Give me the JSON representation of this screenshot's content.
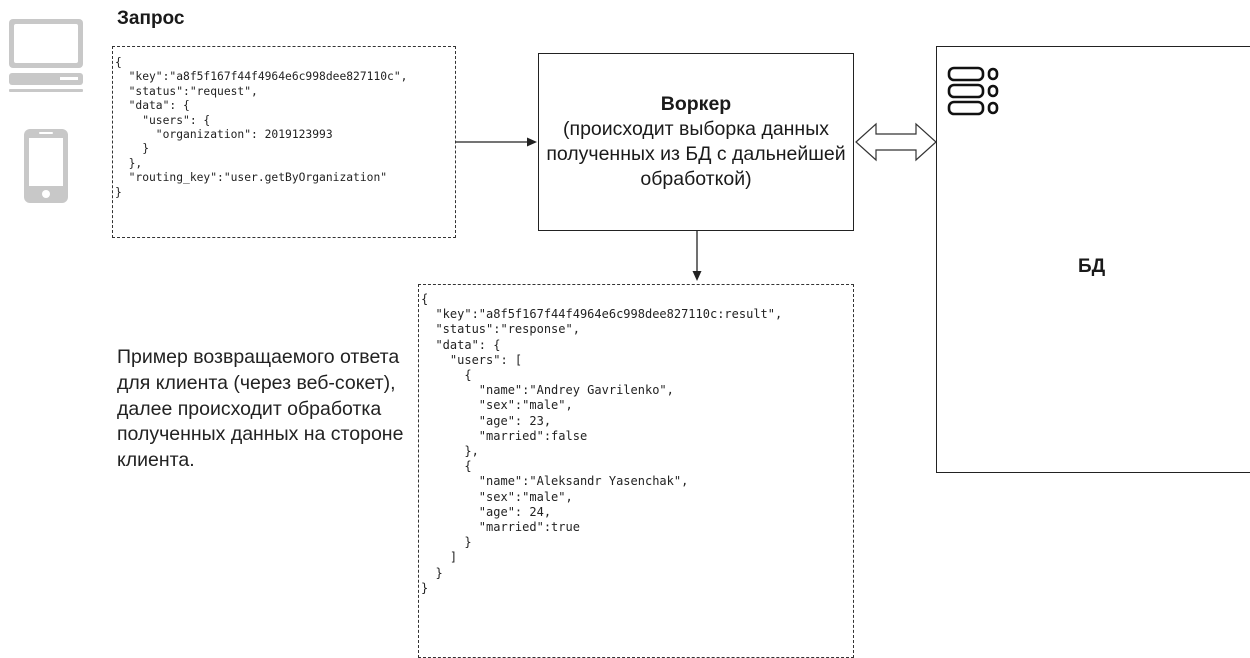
{
  "request": {
    "title": "Запрос",
    "code": "{\n  \"key\":\"a8f5f167f44f4964e6c998dee827110c\",\n  \"status\":\"request\",\n  \"data\": {\n    \"users\": {\n      \"organization\": 2019123993\n    }\n  },\n  \"routing_key\":\"user.getByOrganization\"\n}"
  },
  "worker": {
    "title": "Воркер",
    "description": "(происходит выборка данных полученных из БД с дальнейшей обработкой)"
  },
  "database": {
    "label": "БД"
  },
  "response": {
    "note": "Пример возвращаемого ответа для клиента (через веб-сокет), далее происходит обработка полученных данных на стороне клиента.",
    "code": "{\n  \"key\":\"a8f5f167f44f4964e6c998dee827110c:result\",\n  \"status\":\"response\",\n  \"data\": {\n    \"users\": [\n      {\n        \"name\":\"Andrey Gavrilenko\",\n        \"sex\":\"male\",\n        \"age\": 23,\n        \"married\":false\n      },\n      {\n        \"name\":\"Aleksandr Yasenchak\",\n        \"sex\":\"male\",\n        \"age\": 24,\n        \"married\":true\n      }\n    ]\n  }\n}"
  },
  "icons": [
    "desktop-computer-icon",
    "mobile-phone-icon",
    "server-rack-icon"
  ],
  "colors": {
    "icon_gray": "#c8c8c8",
    "border": "#222222"
  }
}
